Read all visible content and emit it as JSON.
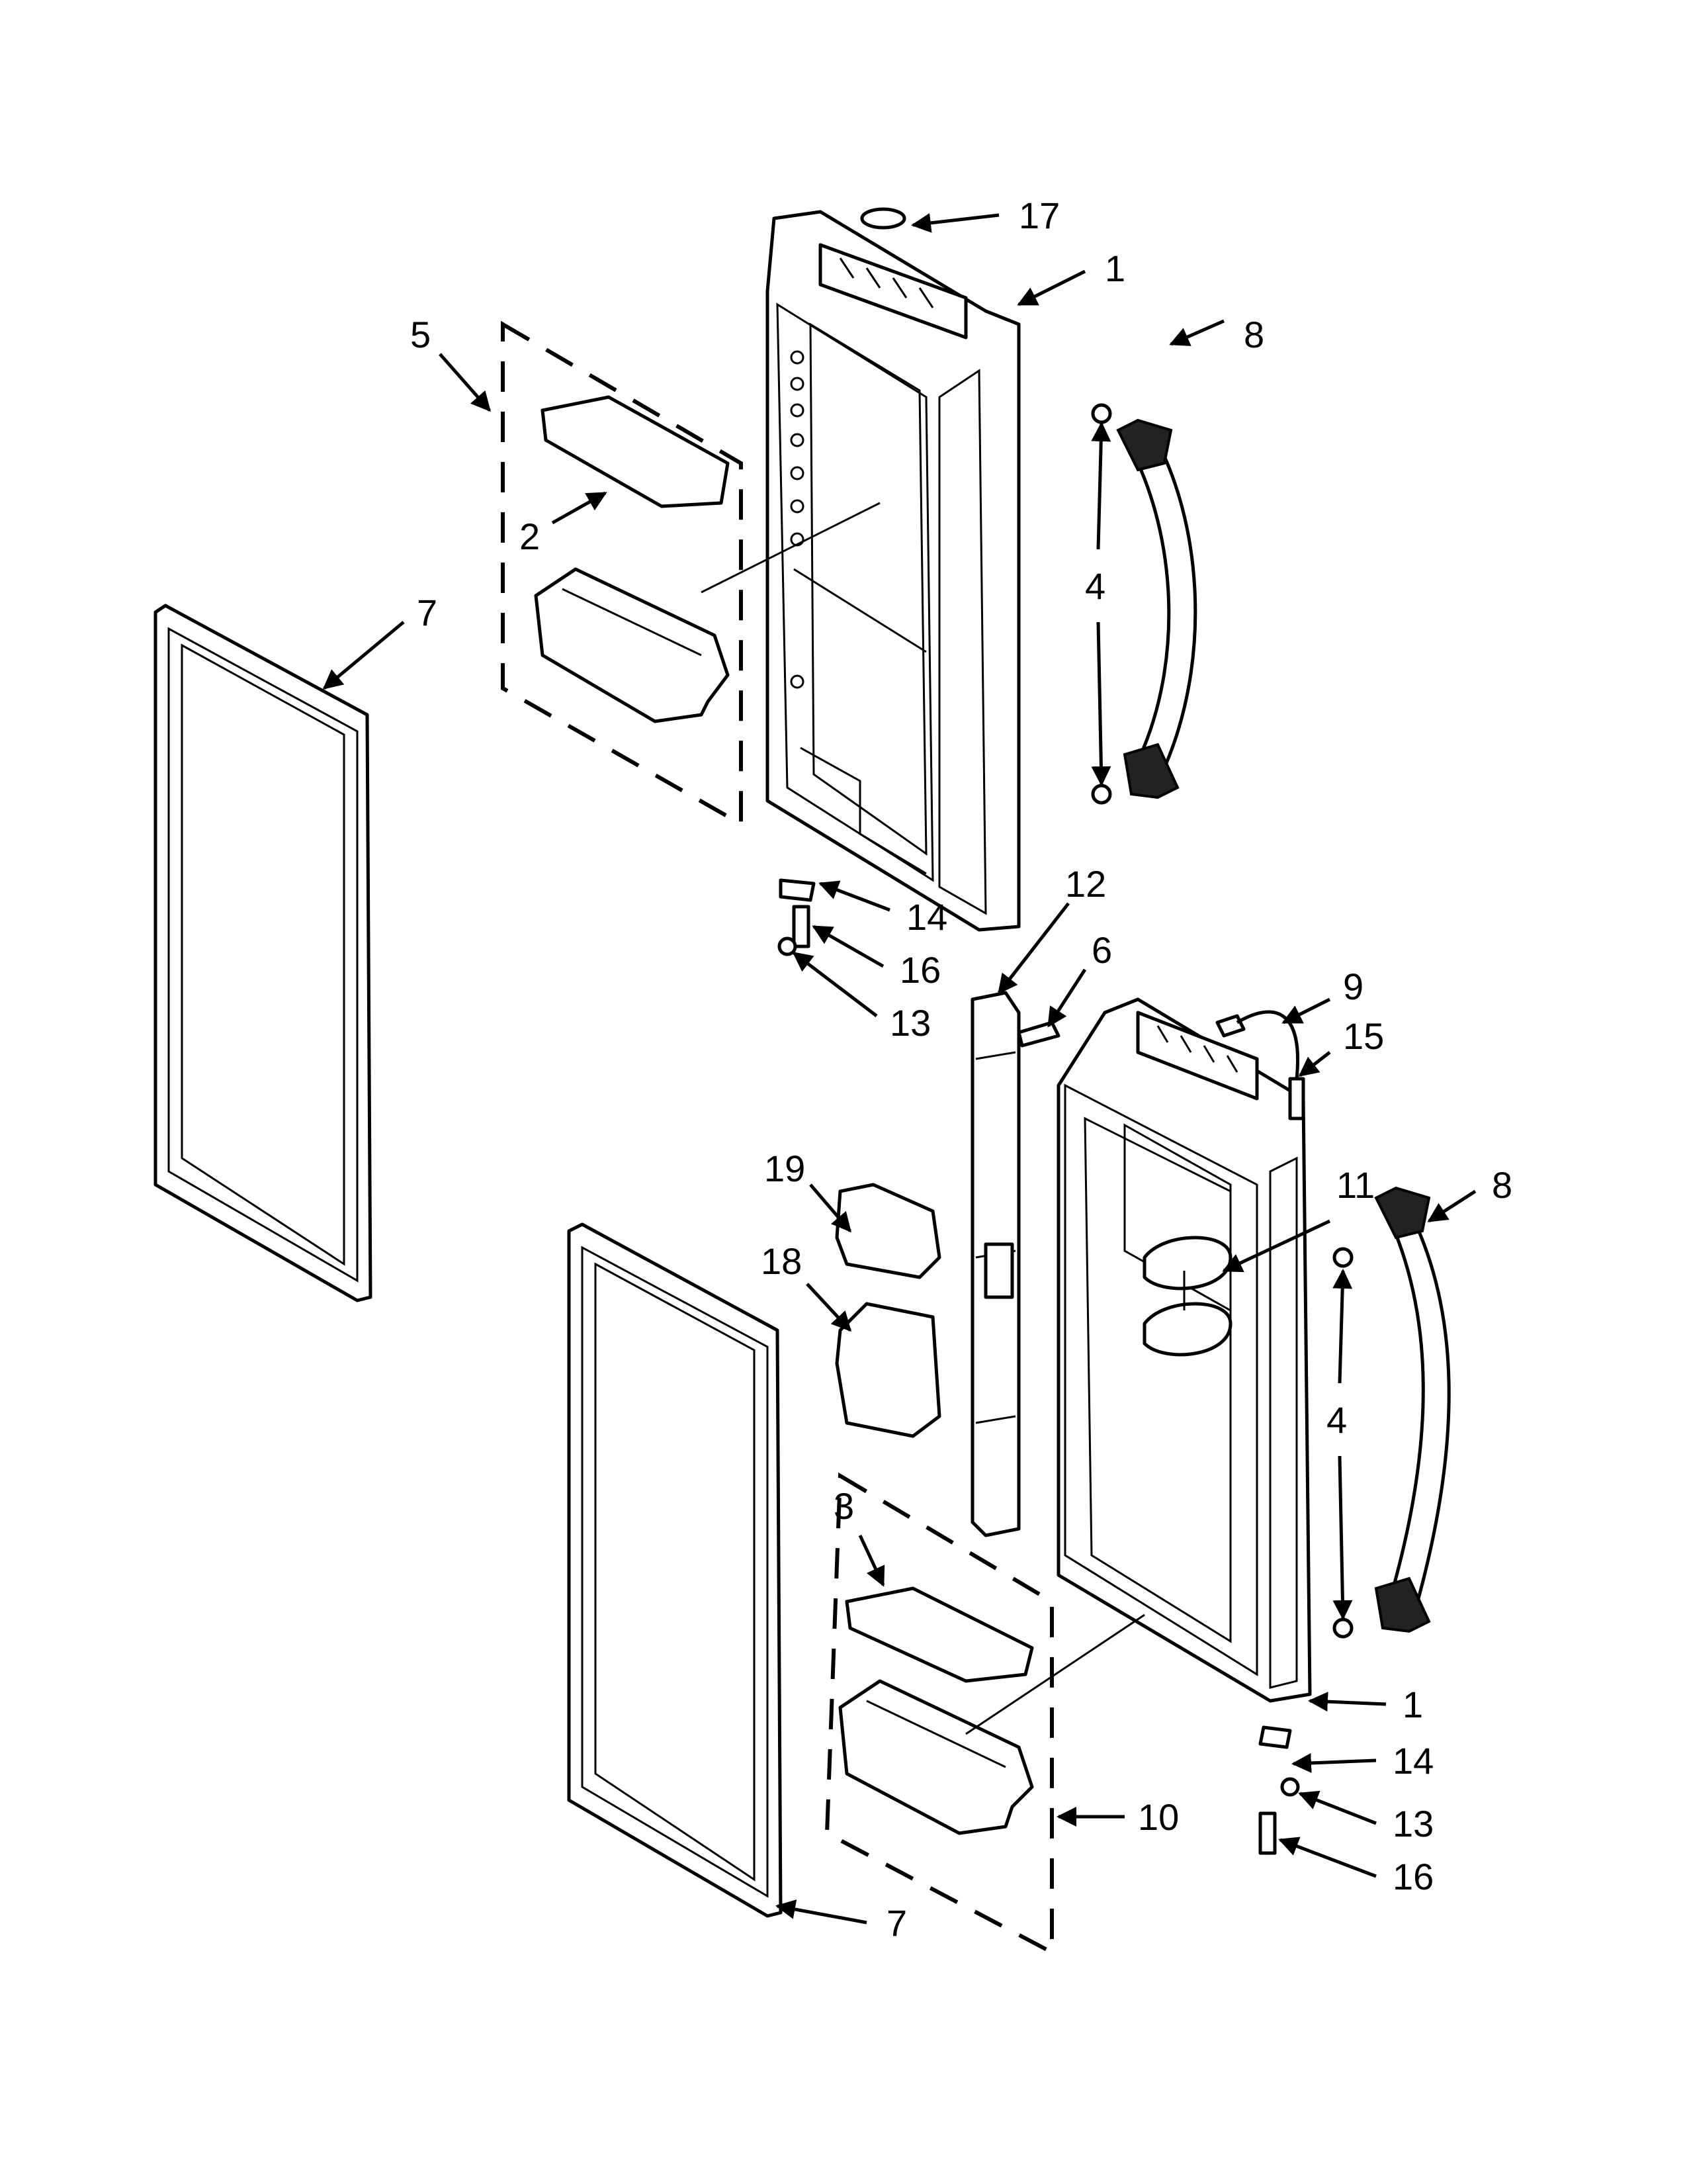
{
  "diagram": {
    "callouts": [
      {
        "id": "c17",
        "text": "17"
      },
      {
        "id": "c1a",
        "text": "1"
      },
      {
        "id": "c8a",
        "text": "8"
      },
      {
        "id": "c5",
        "text": "5"
      },
      {
        "id": "c2",
        "text": "2"
      },
      {
        "id": "c4a",
        "text": "4"
      },
      {
        "id": "c7a",
        "text": "7"
      },
      {
        "id": "c14a",
        "text": "14"
      },
      {
        "id": "c16a",
        "text": "16"
      },
      {
        "id": "c13a",
        "text": "13"
      },
      {
        "id": "c12",
        "text": "12"
      },
      {
        "id": "c6",
        "text": "6"
      },
      {
        "id": "c9",
        "text": "9"
      },
      {
        "id": "c15",
        "text": "15"
      },
      {
        "id": "c19",
        "text": "19"
      },
      {
        "id": "c18",
        "text": "18"
      },
      {
        "id": "c11",
        "text": "11"
      },
      {
        "id": "c8b",
        "text": "8"
      },
      {
        "id": "c4b",
        "text": "4"
      },
      {
        "id": "c3",
        "text": "3"
      },
      {
        "id": "c1b",
        "text": "1"
      },
      {
        "id": "c14b",
        "text": "14"
      },
      {
        "id": "c13b",
        "text": "13"
      },
      {
        "id": "c10",
        "text": "10"
      },
      {
        "id": "c16b",
        "text": "16"
      },
      {
        "id": "c7b",
        "text": "7"
      }
    ]
  }
}
